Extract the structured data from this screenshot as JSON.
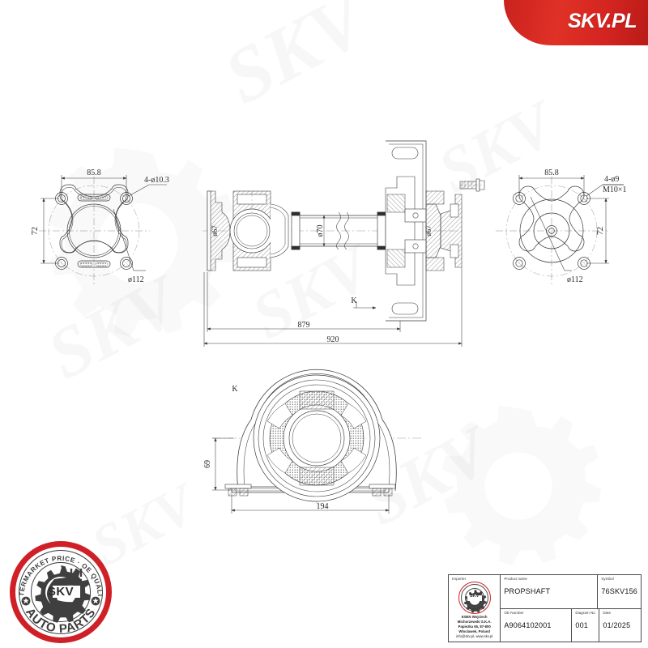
{
  "banner": {
    "brand": "SKV.PL"
  },
  "watermark": {
    "texts": [
      "SKV",
      "SKV",
      "SKV",
      "SKV",
      "SKV"
    ]
  },
  "drawing": {
    "title": "PROPSHAFT technical drawing",
    "left_flange": {
      "name": "left-flange-view",
      "dim_width": "85.8",
      "dim_height": "72",
      "dim_holes": "4-ø10.3",
      "dim_diameter": "ø112"
    },
    "right_flange": {
      "name": "right-flange-view",
      "dim_width": "85.8",
      "dim_height": "72",
      "dim_holes": "4-ø9",
      "dim_thread": "M10×1",
      "dim_diameter": "ø112"
    },
    "shaft": {
      "name": "shaft-assembly-view",
      "dim_tube_od": "ø70",
      "dim_yoke_left": "ø67",
      "dim_yoke_right": "ø67",
      "dim_length_inner": "879",
      "dim_length_total": "920",
      "section_mark": "K"
    },
    "center_bearing": {
      "name": "center-bearing-view",
      "section_mark": "K",
      "dim_height": "69",
      "dim_width": "194"
    }
  },
  "badge": {
    "arc_top": "AFTERMARKET PRICE · OE QUALITY",
    "center": "SKV",
    "arc_bottom": "AUTO PARTS"
  },
  "info_table": {
    "importer_label": "Importer",
    "importer_logo_text": "SKV",
    "importer_lines": [
      "ESEN Wojciech Michorzewski S.K.A.",
      "Papiezka 65, 87-800 Wloclawek, Poland",
      "info@skv.pl, www.skv.pl"
    ],
    "product_name_label": "Product name",
    "product_name_value": "PROPSHAFT",
    "symbol_label": "Symbol",
    "symbol_value": "76SKV156",
    "oe_number_label": "OE Number",
    "oe_number_value": "A9064102001",
    "diagram_no_label": "Diagram No",
    "diagram_no_value": "001",
    "date_label": "Date",
    "date_value": "01/2025"
  },
  "colors": {
    "brand_red": "#cf2027",
    "line": "#3a3a3a",
    "banner_red": "#d42420"
  }
}
